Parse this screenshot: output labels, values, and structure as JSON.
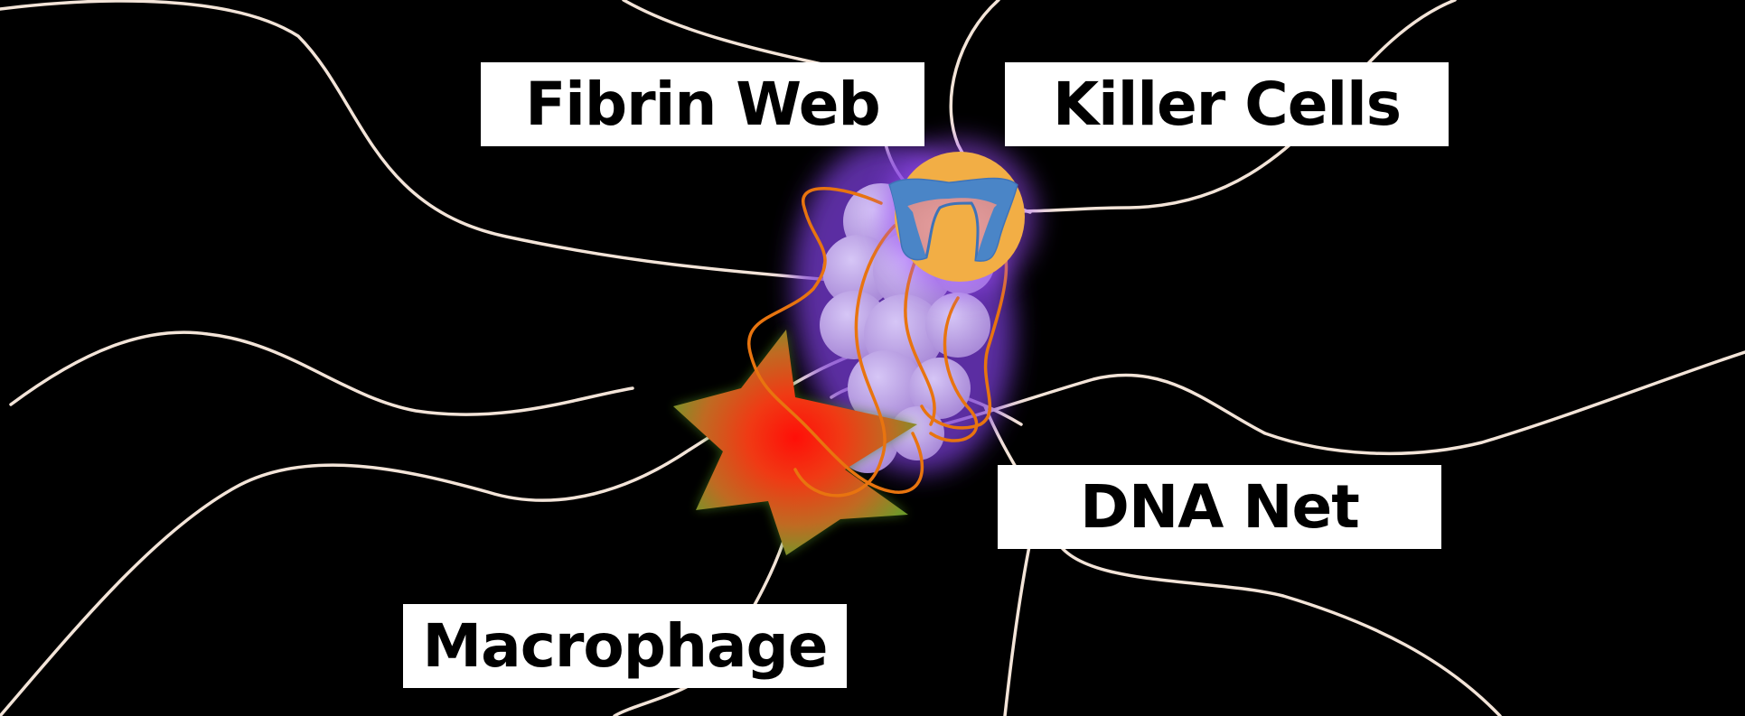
{
  "labels": {
    "fibrin_web": "Fibrin Web",
    "killer_cells": "Killer Cells",
    "dna_net": "DNA Net",
    "macrophage": "Macrophage"
  },
  "colors": {
    "background": "#000000",
    "fibrin_strand": "#f3e4d8",
    "dna_strand": "#e8740f",
    "platelet_cluster": "#b79be6",
    "killer_cell_body": "#f2ae45",
    "killer_cell_nucleus": "#4a85c7",
    "macrophage_center": "#ff1a10",
    "macrophage_edge": "#7a9a2a"
  },
  "icons": {
    "killer_cell": "killer-cell-icon",
    "macrophage": "macrophage-icon",
    "platelet_cluster": "platelet-cluster-icon"
  }
}
